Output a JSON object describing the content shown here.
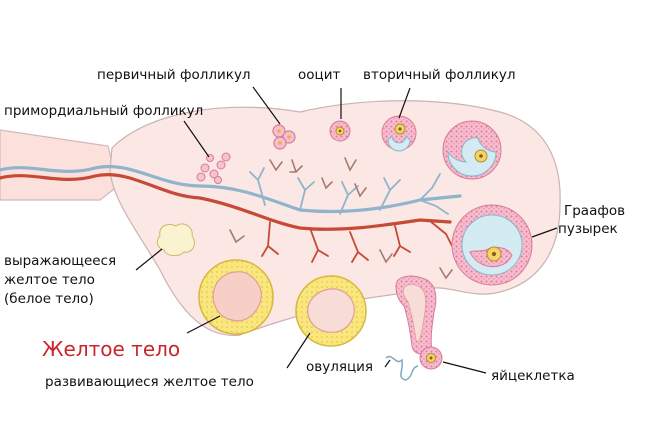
{
  "labels": {
    "primary_follicle": "первичный фолликул",
    "oocyte": "ооцит",
    "secondary_follicle": "вторичный фолликул",
    "primordial_follicle": "примордиальный фолликул",
    "graafian_line1": "Граафов",
    "graafian_line2": "пузырек",
    "regressing_line1": "выражающееся",
    "regressing_line2": "желтое тело",
    "regressing_line3": "(белое тело)",
    "corpus_luteum": "Желтое тело",
    "developing_cl": "развивающиеся желтое тело",
    "ovulation": "овуляция",
    "egg_cell": "яйцеклетка"
  },
  "colors": {
    "ovary_fill": "#fbe7e4",
    "outline": "#c9b3b3",
    "artery": "#c64a36",
    "vein": "#8fb4cc",
    "follicle_pink": "#f3a9be",
    "antrum": "#d4ebf3",
    "corpus_yellow": "#f8e78a",
    "accent_red": "#c8262b"
  }
}
